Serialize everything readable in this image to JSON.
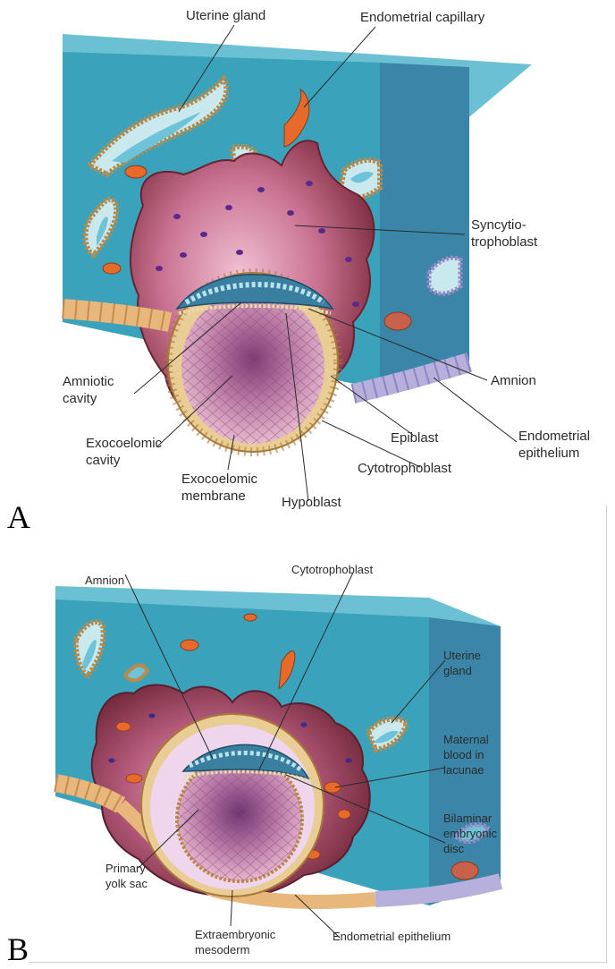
{
  "panelA": {
    "letter": "A",
    "labels": {
      "uterine_gland": "Uterine gland",
      "endometrial_capillary": "Endometrial capillary",
      "syncytiotrophoblast": "Syncytio-\ntrophoblast",
      "amnion": "Amnion",
      "amniotic_cavity": "Amniotic\ncavity",
      "endometrial_epithelium": "Endometrial\nepithelium",
      "epiblast": "Epiblast",
      "exocoelomic_cavity": "Exocoelomic\ncavity",
      "cytotrophoblast": "Cytotrophoblast",
      "exocoelomic_membrane": "Exocoelomic\nmembrane",
      "hypoblast": "Hypoblast"
    }
  },
  "panelB": {
    "letter": "B",
    "labels": {
      "amnion": "Amnion",
      "cytotrophoblast": "Cytotrophoblast",
      "uterine_gland": "Uterine\ngland",
      "maternal_blood": "Maternal\nblood in\nlacunae",
      "bilaminar_disc": "Bilaminar\nembryonic\ndisc",
      "primary_yolk_sac": "Primary\nyolk sac",
      "extraembryonic_mesoderm": "Extraembryonic\nmesoderm",
      "endometrial_epithelium": "Endometrial epithelium"
    }
  },
  "colors": {
    "tissue_front": "#3aa3bb",
    "tissue_side": "#3b86a8",
    "tissue_top": "#5fb9cf",
    "syncytio_dark": "#7d2e3f",
    "syncytio_light": "#e7a8bf",
    "cavity": "#c985a8",
    "cell_fill": "#f6e6c8",
    "cell_stroke": "#b98a48",
    "capillary": "#e86a2a",
    "leader": "#2b2b2b"
  }
}
